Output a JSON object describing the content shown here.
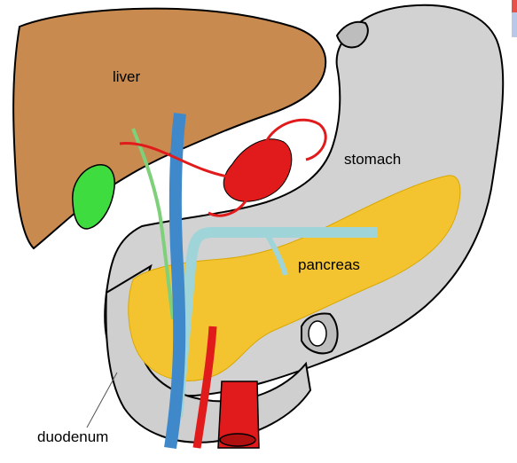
{
  "labels": {
    "liver": "liver",
    "stomach": "stomach",
    "pancreas": "pancreas",
    "duodenum": "duodenum"
  },
  "colors": {
    "liver": "#c98a4f",
    "stomach": "#d2d2d2",
    "pancreas": "#f4c430",
    "gallbladder": "#3fdc3f",
    "artery": "#e11b1b",
    "vein": "#3f88c9",
    "portal_vein": "#9fd4d8",
    "bile_duct": "#7ed07a"
  }
}
